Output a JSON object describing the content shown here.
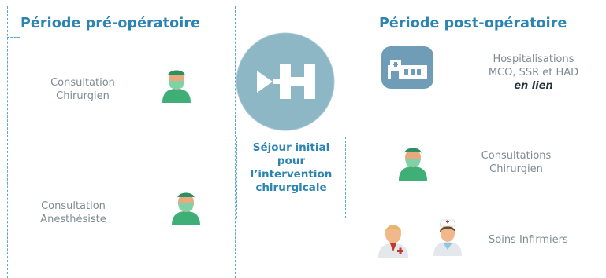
{
  "pre_op": {
    "title": "Période pré-opératoire",
    "consult_surgeon": [
      "Consultation",
      "Chirurgien"
    ],
    "consult_anesth": [
      "Consultation",
      "Anesthésiste"
    ]
  },
  "center": {
    "lines": [
      "Séjour initial",
      "pour",
      "l’intervention",
      "chirurgicale"
    ]
  },
  "post_op": {
    "title": "Période post-opératoire",
    "hosp": [
      "Hospitalisations",
      "MCO, SSR et HAD"
    ],
    "hosp_emph": "en lien",
    "consult_surgeon": [
      "Consultations",
      "Chirurgien"
    ],
    "nursing": "Soins Infirmiers"
  },
  "colors": {
    "accent": "#2c84b3",
    "logo_circle": "#8eb7c6",
    "staff_green": "#3fae77",
    "hospital_icon": "#6f9cb6"
  },
  "icons": [
    "hospital-arrow-logo",
    "surgeon-icon",
    "hospital-building-icon",
    "doctor-icon",
    "nurse-icon"
  ]
}
